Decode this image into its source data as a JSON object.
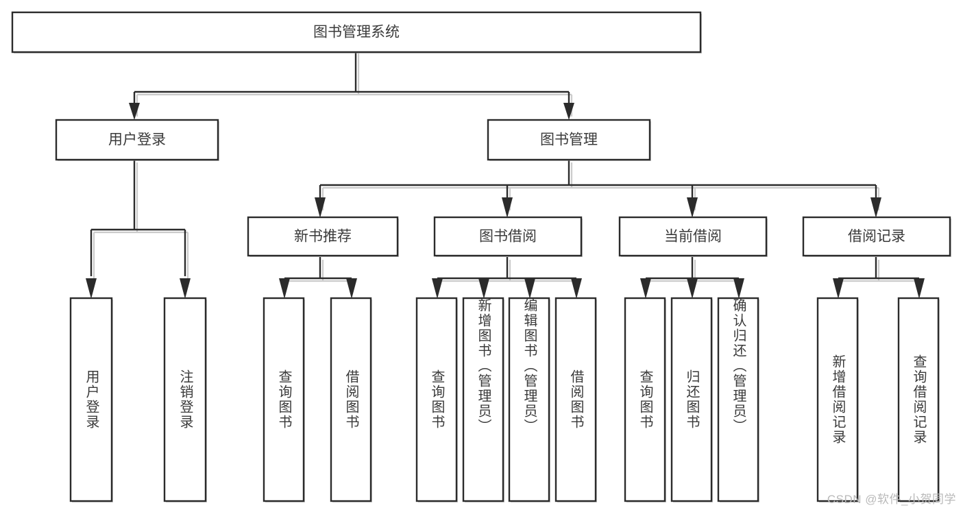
{
  "diagram": {
    "title": "图书管理系统",
    "type": "hierarchy-tree",
    "root": {
      "id": "root",
      "label": "图书管理系统",
      "orientation": "horizontal"
    },
    "level2": [
      {
        "id": "user-login",
        "label": "用户登录",
        "orientation": "horizontal"
      },
      {
        "id": "book-manage",
        "label": "图书管理",
        "orientation": "horizontal"
      }
    ],
    "level3": [
      {
        "id": "new-book-recommend",
        "label": "新书推荐",
        "parent": "book-manage",
        "orientation": "horizontal"
      },
      {
        "id": "book-borrow",
        "label": "图书借阅",
        "parent": "book-manage",
        "orientation": "horizontal"
      },
      {
        "id": "current-borrow",
        "label": "当前借阅",
        "parent": "book-manage",
        "orientation": "horizontal"
      },
      {
        "id": "borrow-record",
        "label": "借阅记录",
        "parent": "book-manage",
        "orientation": "horizontal"
      }
    ],
    "leaves": [
      {
        "id": "leaf-user-login",
        "label": "用户登录",
        "parent": "user-login",
        "orientation": "vertical"
      },
      {
        "id": "leaf-user-logout",
        "label": "注销登录",
        "parent": "user-login",
        "orientation": "vertical"
      },
      {
        "id": "leaf-query-book-rec",
        "label": "查询图书",
        "parent": "new-book-recommend",
        "orientation": "vertical"
      },
      {
        "id": "leaf-borrow-book-rec",
        "label": "借阅图书",
        "parent": "new-book-recommend",
        "orientation": "vertical"
      },
      {
        "id": "leaf-query-book-borrow",
        "label": "查询图书",
        "parent": "book-borrow",
        "orientation": "vertical"
      },
      {
        "id": "leaf-add-book",
        "label": "新增图书（管理员）",
        "parent": "book-borrow",
        "orientation": "vertical"
      },
      {
        "id": "leaf-edit-book",
        "label": "编辑图书（管理员）",
        "parent": "book-borrow",
        "orientation": "vertical"
      },
      {
        "id": "leaf-borrow-book",
        "label": "借阅图书",
        "parent": "book-borrow",
        "orientation": "vertical"
      },
      {
        "id": "leaf-query-book-cur",
        "label": "查询图书",
        "parent": "current-borrow",
        "orientation": "vertical"
      },
      {
        "id": "leaf-return-book",
        "label": "归还图书",
        "parent": "current-borrow",
        "orientation": "vertical"
      },
      {
        "id": "leaf-confirm-return",
        "label": "确认归还（管理员）",
        "parent": "current-borrow",
        "orientation": "vertical"
      },
      {
        "id": "leaf-add-record",
        "label": "新增借阅记录",
        "parent": "borrow-record",
        "orientation": "vertical"
      },
      {
        "id": "leaf-query-record",
        "label": "查询借阅记录",
        "parent": "borrow-record",
        "orientation": "vertical"
      }
    ]
  },
  "watermark": {
    "text": "CSDN @软件_小贺同学"
  },
  "colors": {
    "box_border": "#2b2b2b",
    "box_fill": "#ffffff",
    "connector": "#2b2b2b",
    "shadow": "#9a9a9a",
    "text": "#3a3a3a",
    "watermark": "#b9b9b9",
    "background": "#ffffff"
  }
}
